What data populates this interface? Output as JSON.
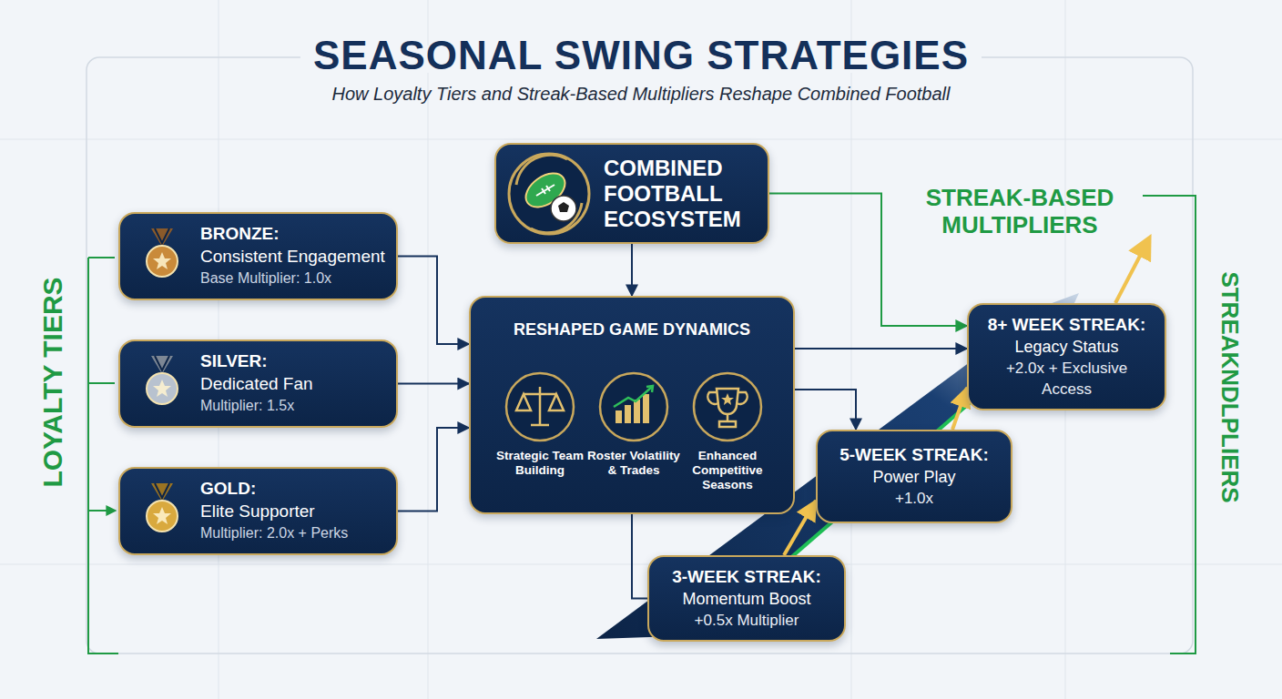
{
  "diagram": {
    "title": "SEASONAL SWING STRATEGIES",
    "caption": "How Loyalty Tiers and Streak-Based Multipliers Reshape Combined Football",
    "nodes": [
      {
        "text": [
          "COMBINED FOOTBALL ECOSYSTEM"
        ]
      },
      {
        "text": [
          "BRONZE:",
          "Consistent Engagement",
          "Base Multiplier: 1.0x"
        ]
      },
      {
        "text": [
          "SILVER:",
          "Dedicated Fan",
          "Multiplier: 1.5x"
        ]
      },
      {
        "text": [
          "GOLD:",
          "Elite Supporter",
          "Multiplier: 2.0x + Perks"
        ]
      },
      {
        "text": [
          "RESHAPED GAME DYNAMICS"
        ]
      },
      {
        "text": [
          "Strategic Team Building"
        ],
        "in": 4
      },
      {
        "text": [
          "Roster Volatility & Trades"
        ],
        "in": 4
      },
      {
        "text": [
          "Enhanced Competitive Seasons"
        ],
        "in": 4
      },
      {
        "text": [
          "3-WEEK STREAK:",
          "Momentum Boost",
          "+0.5x Multiplier"
        ]
      },
      {
        "text": [
          "5-WEEK STREAK:",
          "Power Play",
          "+1.0x"
        ]
      },
      {
        "text": [
          "8+ WEEK STREAK:",
          "Legacy Status",
          "+2.0x + Exclusive Access"
        ]
      }
    ],
    "edges": [
      {
        "from": 0,
        "to": 4,
        "arrow": "to"
      },
      {
        "from": 1,
        "to": 4,
        "arrow": "to"
      },
      {
        "from": 2,
        "to": 4,
        "arrow": "to"
      },
      {
        "from": 3,
        "to": 4,
        "arrow": "to"
      },
      {
        "from": 4,
        "to": 8,
        "arrow": "none"
      },
      {
        "from": 4,
        "to": 9,
        "arrow": "to"
      },
      {
        "from": 4,
        "to": 10,
        "arrow": "to"
      },
      {
        "from": 0,
        "to": 10,
        "arrow": "to"
      },
      {
        "from": 8,
        "to": 9,
        "arrow": "to"
      },
      {
        "from": 9,
        "to": 10,
        "arrow": "to"
      }
    ],
    "labels": [
      "LOYALTY TIERS",
      "STREAK-BASED MULTIPLIERS",
      "STREAKNDLPLIERS"
    ]
  }
}
